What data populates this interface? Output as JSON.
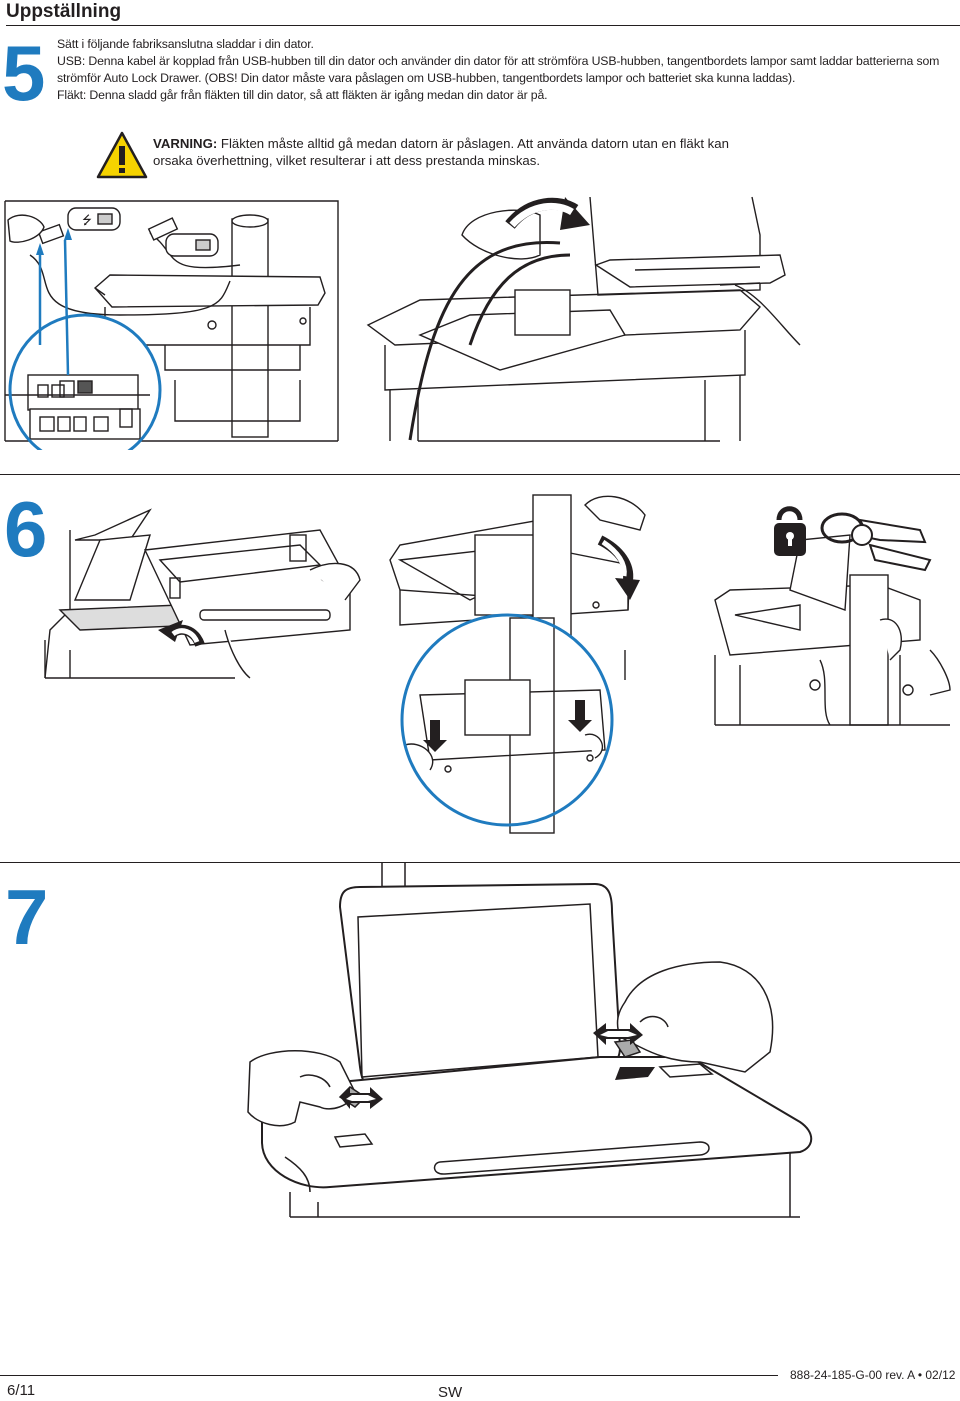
{
  "header": {
    "title": "Uppställning"
  },
  "steps": {
    "step5": {
      "number": "5",
      "lines": [
        "Sätt i följande fabriksanslutna sladdar i din dator.",
        "USB: Denna kabel är kopplad från USB-hubben till din dator och använder din dator för att strömföra USB-hubben, tangentbordets lampor samt laddar batterierna som",
        "strömför Auto Lock Drawer. (OBS! Din dator måste vara påslagen om USB-hubben, tangentbordets lampor och  batteriet ska kunna laddas).",
        "Fläkt: Denna sladd går från fläkten till din dator, så att fläkten är igång medan din dator är på."
      ],
      "warning": {
        "label": "VARNING:",
        "line1": " Fläkten måste alltid gå medan datorn är påslagen. Att använda datorn utan en fläkt kan",
        "line2": "orsaka överhettning, vilket resulterar i att dess prestanda minskas."
      }
    },
    "step6": {
      "number": "6"
    },
    "step7": {
      "number": "7"
    }
  },
  "footer": {
    "page": "6/11",
    "language": "SW",
    "document": "888-24-185-G-00 rev. A • 02/12"
  },
  "colors": {
    "accent_blue": "#1f7bbf",
    "warning_yellow": "#f6d300",
    "ink": "#231f20"
  },
  "icons": [
    "warning-triangle-icon",
    "usb-icon",
    "padlock-icon",
    "keys-icon",
    "curved-arrow-icon"
  ]
}
